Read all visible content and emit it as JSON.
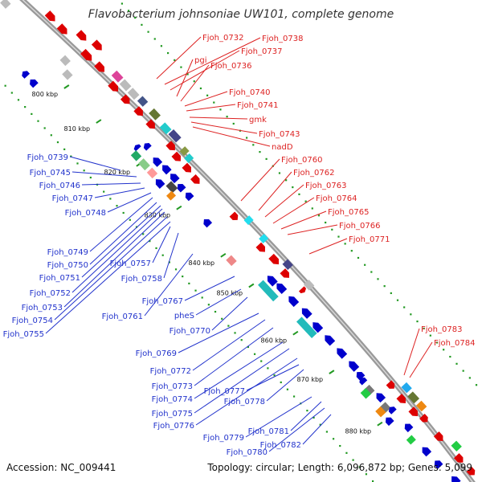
{
  "title": "Flavobacterium johnsoniae UW101, complete genome",
  "footer": {
    "accession": "Accession: NC_009441",
    "summary": "Topology: circular; Length: 6,096,872 bp; Genes: 5,099"
  },
  "colors": {
    "forward": "#dd0000",
    "reverse": "#0000cc",
    "forward_line": "#dd2222",
    "reverse_line": "#2233cc",
    "backbone": "#999999",
    "dots": "#229922"
  },
  "ticks": [
    "800 kbp",
    "810 kbp",
    "820 kbp",
    "830 kbp",
    "840 kbp",
    "850 kbp",
    "860 kbp",
    "870 kbp",
    "880 kbp"
  ],
  "forward_labels": [
    "Fjoh_0732",
    "Fjoh_0738",
    "Fjoh_0737",
    "pgi",
    "Fjoh_0736",
    "Fjoh_0740",
    "Fjoh_0741",
    "gmk",
    "Fjoh_0743",
    "nadD",
    "Fjoh_0760",
    "Fjoh_0762",
    "Fjoh_0763",
    "Fjoh_0764",
    "Fjoh_0765",
    "Fjoh_0766",
    "Fjoh_0771",
    "Fjoh_0783",
    "Fjoh_0784"
  ],
  "reverse_labels": [
    "Fjoh_0739",
    "Fjoh_0745",
    "Fjoh_0746",
    "Fjoh_0747",
    "Fjoh_0748",
    "Fjoh_0749",
    "Fjoh_0750",
    "Fjoh_0751",
    "Fjoh_0752",
    "Fjoh_0753",
    "Fjoh_0754",
    "Fjoh_0755",
    "Fjoh_0757",
    "Fjoh_0758",
    "Fjoh_0767",
    "Fjoh_0761",
    "pheS",
    "Fjoh_0770",
    "Fjoh_0769",
    "Fjoh_0772",
    "Fjoh_0773",
    "Fjoh_0774",
    "Fjoh_0775",
    "Fjoh_0776",
    "Fjoh_0777",
    "Fjoh_0778",
    "Fjoh_0779",
    "Fjoh_0781",
    "Fjoh_0780",
    "Fjoh_0782"
  ]
}
